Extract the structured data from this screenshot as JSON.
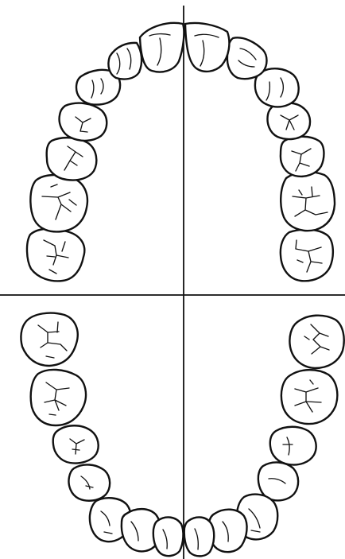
{
  "diagram": {
    "background_color": "#ffffff",
    "line_color": "#111111",
    "upper_arch": {
      "tooth_count": 14
    },
    "lower_arch": {
      "tooth_count": 14
    },
    "quadrants": 4
  }
}
